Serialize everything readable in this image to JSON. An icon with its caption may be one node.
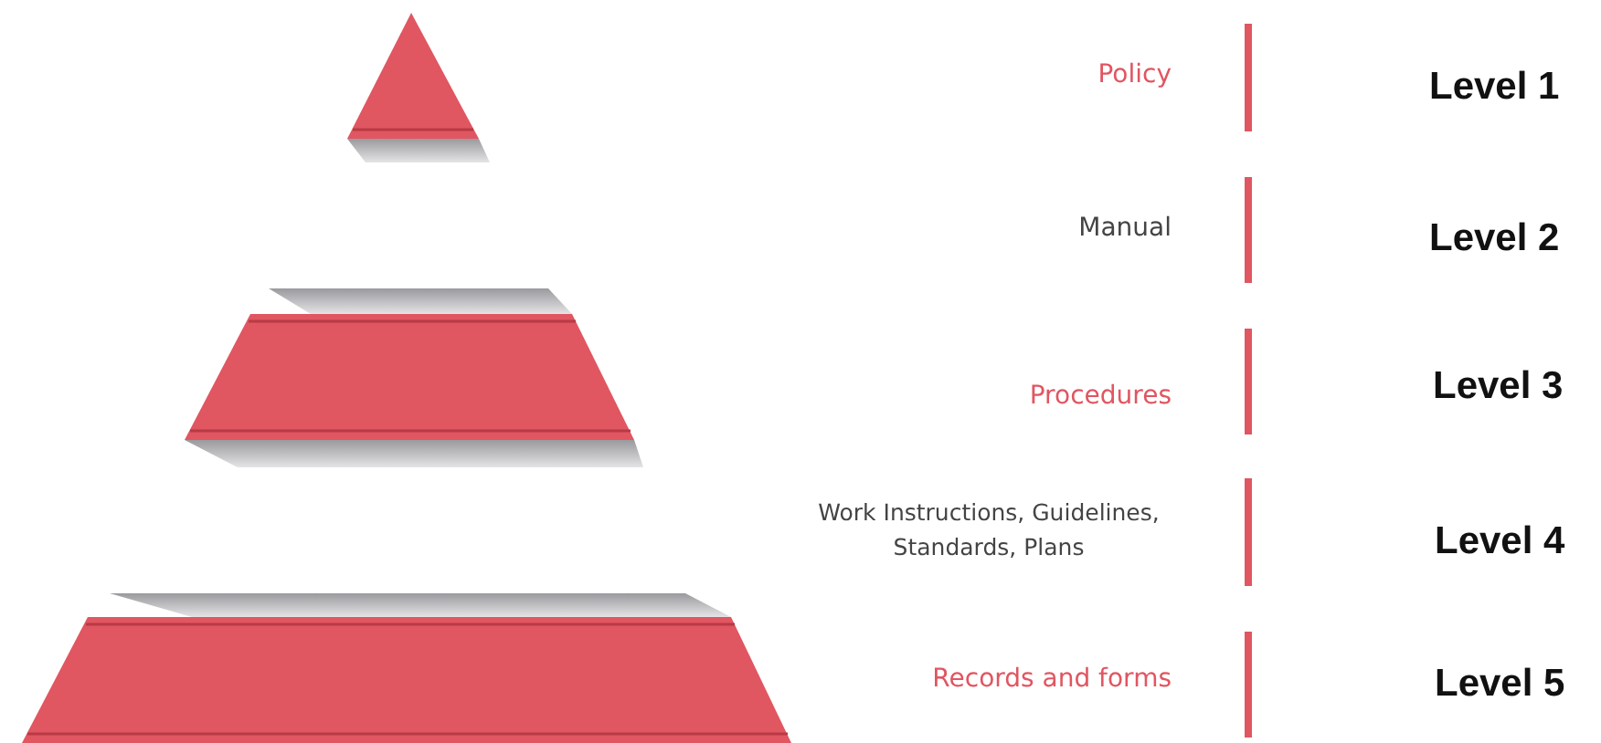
{
  "diagram": {
    "labels": [
      "Policy",
      "Level 1",
      "Manual",
      "Level 2",
      "Procedures",
      "Level 3",
      "Work Instructions, Guidelines, Standards, Plans",
      "Level 4",
      "Records and forms",
      "Level 5"
    ]
  }
}
